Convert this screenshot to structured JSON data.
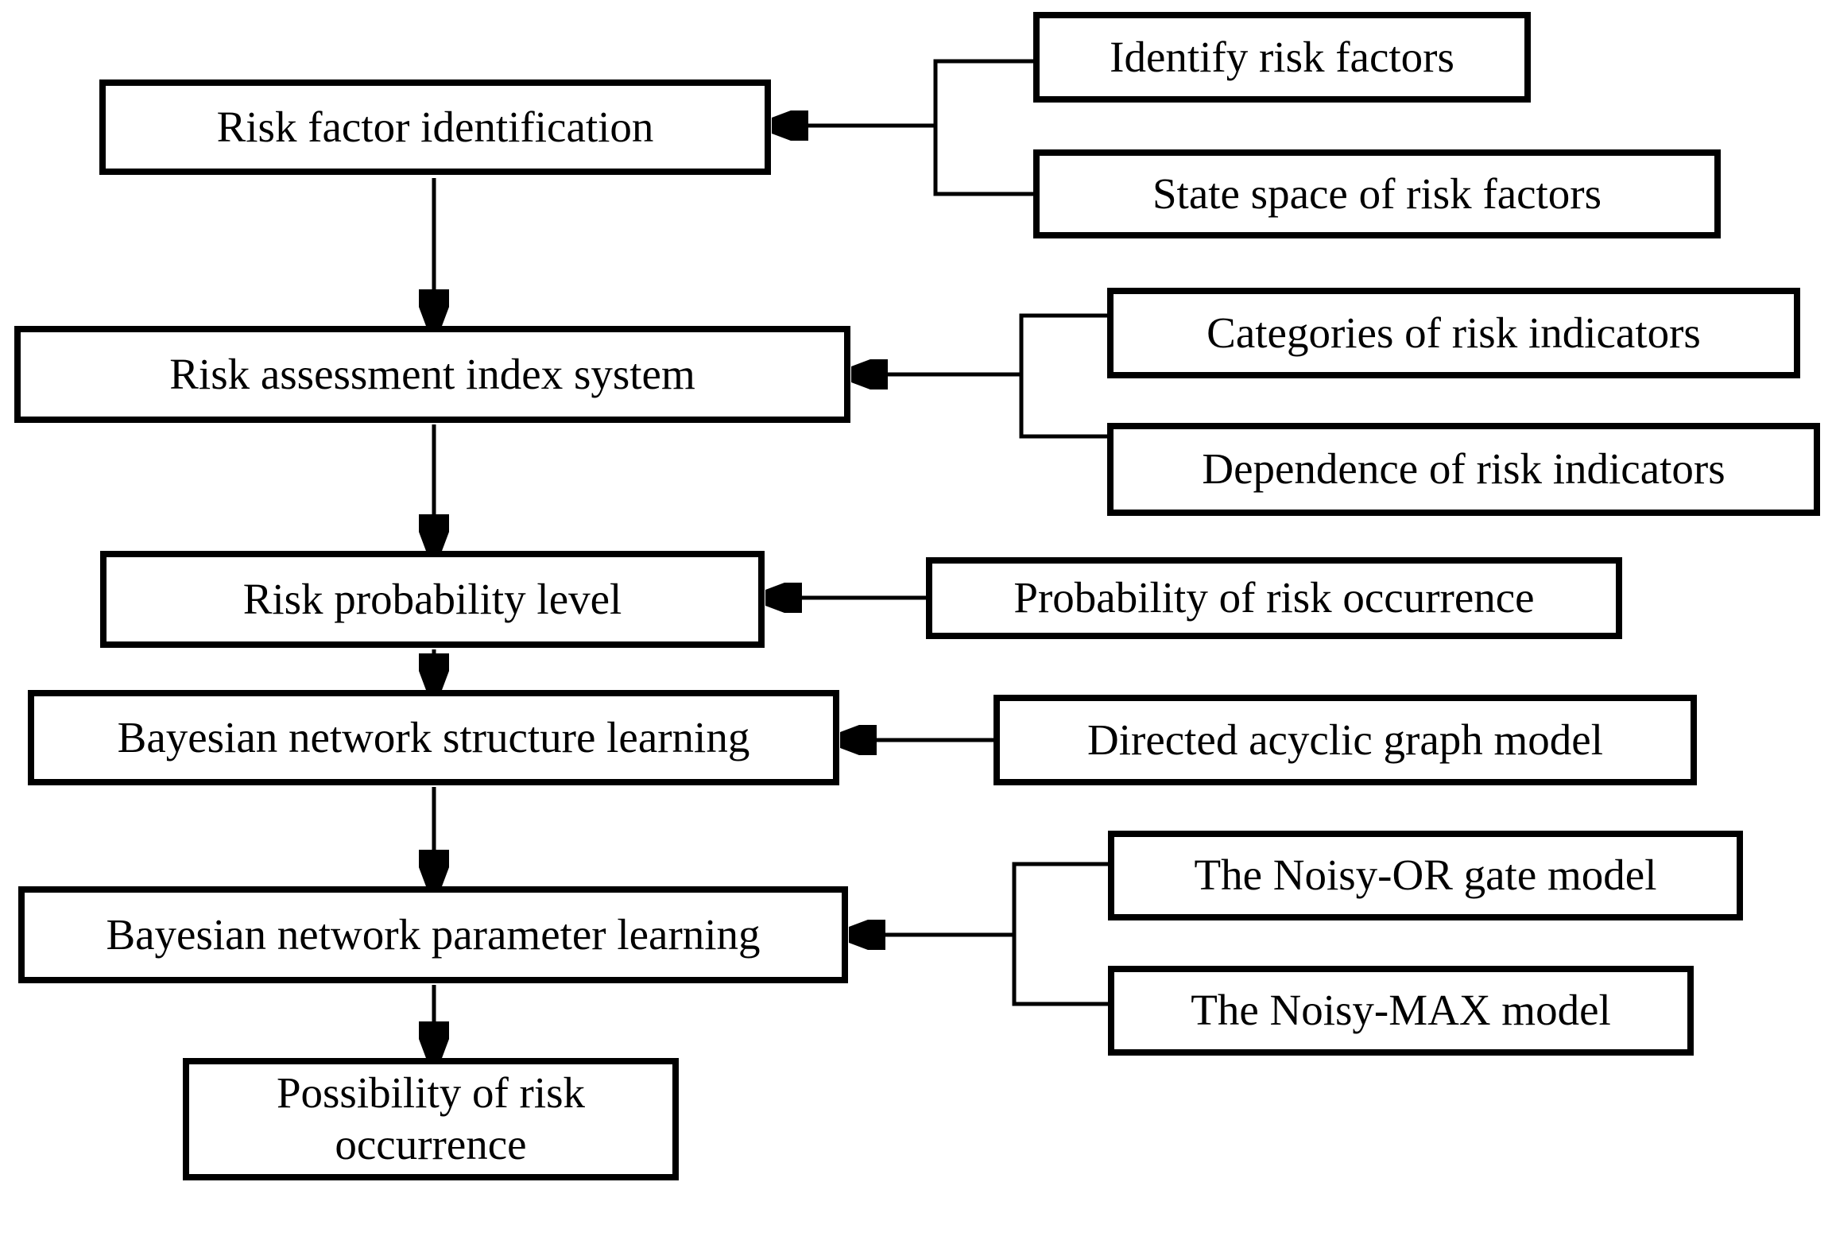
{
  "colors": {
    "ink": "#000000",
    "background": "#ffffff"
  },
  "nodes": {
    "main": [
      {
        "label": "Risk factor identification"
      },
      {
        "label": "Risk assessment index system"
      },
      {
        "label": "Risk probability level"
      },
      {
        "label": "Bayesian network structure learning"
      },
      {
        "label": "Bayesian network parameter learning"
      },
      {
        "label": "Possibility of risk occurrence"
      }
    ],
    "inputs": [
      {
        "label": "Identify risk factors",
        "target": "Risk factor identification"
      },
      {
        "label": "State space of risk factors",
        "target": "Risk factor identification"
      },
      {
        "label": "Categories of risk indicators",
        "target": "Risk assessment index system"
      },
      {
        "label": "Dependence of risk indicators",
        "target": "Risk assessment index system"
      },
      {
        "label": "Probability of risk occurrence",
        "target": "Risk probability level"
      },
      {
        "label": "Directed acyclic graph model",
        "target": "Bayesian network structure learning"
      },
      {
        "label": "The Noisy-OR gate model",
        "target": "Bayesian network parameter learning"
      },
      {
        "label": "The Noisy-MAX model",
        "target": "Bayesian network parameter learning"
      }
    ]
  }
}
